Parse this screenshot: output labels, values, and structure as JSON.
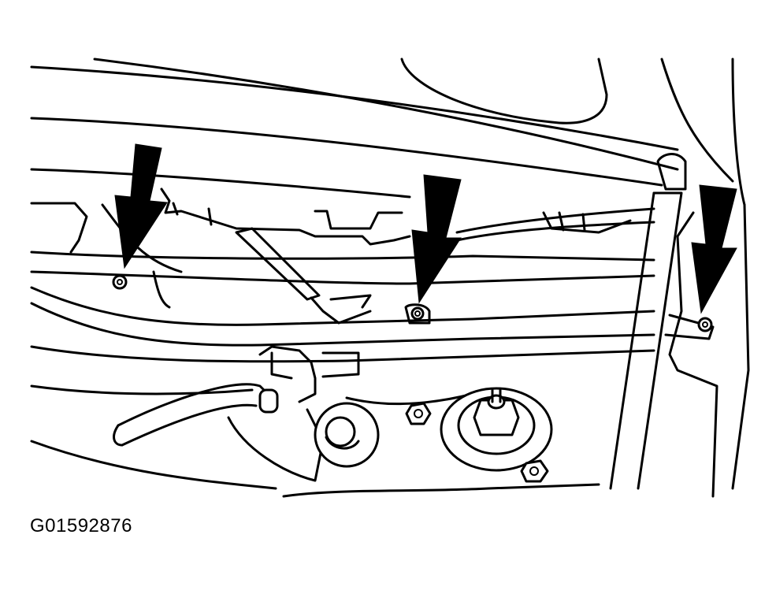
{
  "figure": {
    "id_label": "G01592876",
    "ink_color": "#000000",
    "background_color": "#ffffff"
  },
  "callouts": [
    {
      "icon": "down-arrow",
      "target": "bolt"
    },
    {
      "icon": "down-arrow",
      "target": "bolt"
    },
    {
      "icon": "down-arrow",
      "target": "bolt"
    }
  ]
}
